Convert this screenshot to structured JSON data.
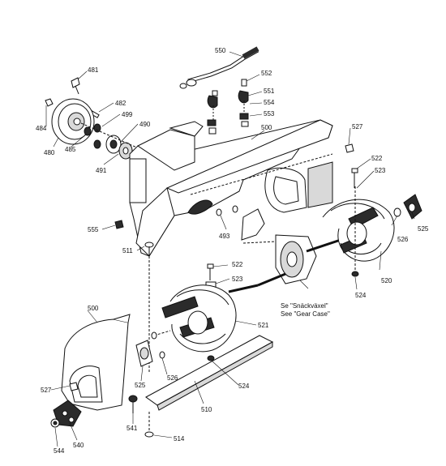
{
  "diagram": {
    "part_labels": [
      "550",
      "552",
      "551",
      "554",
      "553",
      "481",
      "482",
      "499",
      "490",
      "484",
      "485",
      "480",
      "491",
      "500",
      "527",
      "522",
      "523",
      "526",
      "525",
      "555",
      "511",
      "493",
      "520",
      "524",
      "521",
      "510",
      "540",
      "541",
      "544",
      "514"
    ],
    "notes": [
      "Se \"Snäckväxel\"",
      "See \"Gear Case\""
    ]
  },
  "colors": {
    "ink": "#111111",
    "paper": "#ffffff",
    "fill": "#d9d9d9",
    "dark": "#2b2b2b"
  }
}
